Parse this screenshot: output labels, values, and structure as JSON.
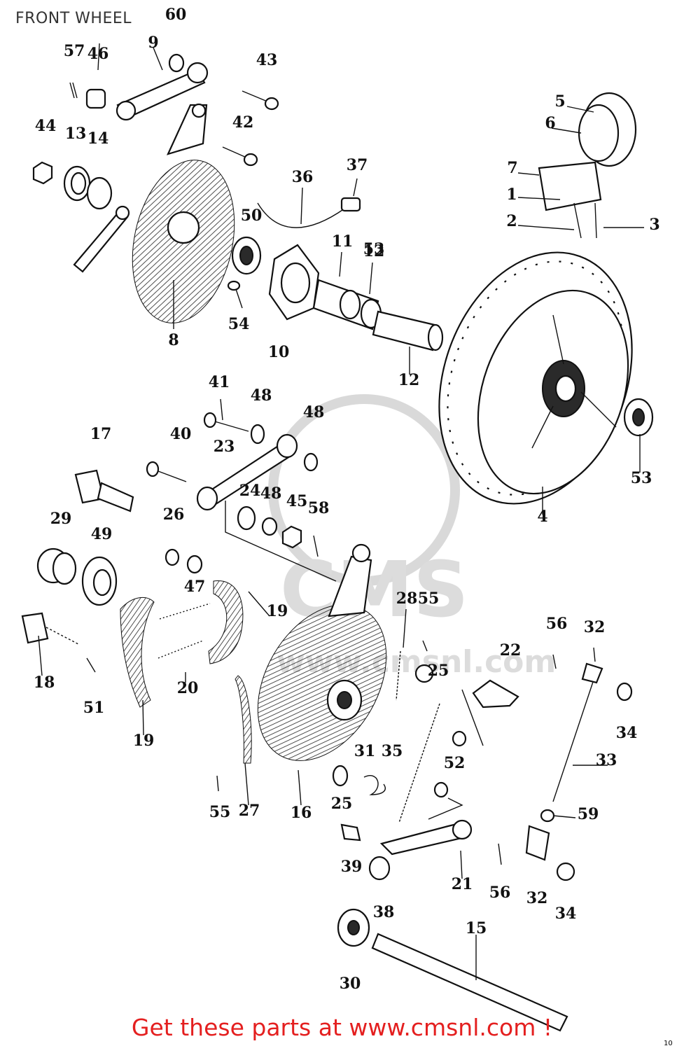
{
  "page": {
    "title": "FRONT WHEEL",
    "footer_link": "Get these parts at www.cmsnl.com !",
    "corner_mark": "10"
  },
  "watermark": {
    "logo_text": "CMS",
    "url_text": "www.cmsnl.com"
  },
  "parts": [
    "1",
    "2",
    "3",
    "4",
    "5",
    "6",
    "7",
    "8",
    "9",
    "10",
    "11",
    "12",
    "12",
    "13",
    "14",
    "15",
    "16",
    "17",
    "18",
    "19",
    "19",
    "20",
    "21",
    "22",
    "23",
    "24",
    "25",
    "25",
    "26",
    "27",
    "28",
    "29",
    "30",
    "31",
    "32",
    "32",
    "33",
    "34",
    "34",
    "35",
    "36",
    "37",
    "38",
    "39",
    "40",
    "41",
    "42",
    "43",
    "44",
    "45",
    "46",
    "47",
    "48",
    "48",
    "48",
    "49",
    "50",
    "51",
    "52",
    "53",
    "53",
    "54",
    "55",
    "55",
    "56",
    "56",
    "57",
    "58",
    "59",
    "60"
  ],
  "colors": {
    "ink": "#111111",
    "footer": "#e41f1f",
    "watermark": "#dcdcdc"
  }
}
